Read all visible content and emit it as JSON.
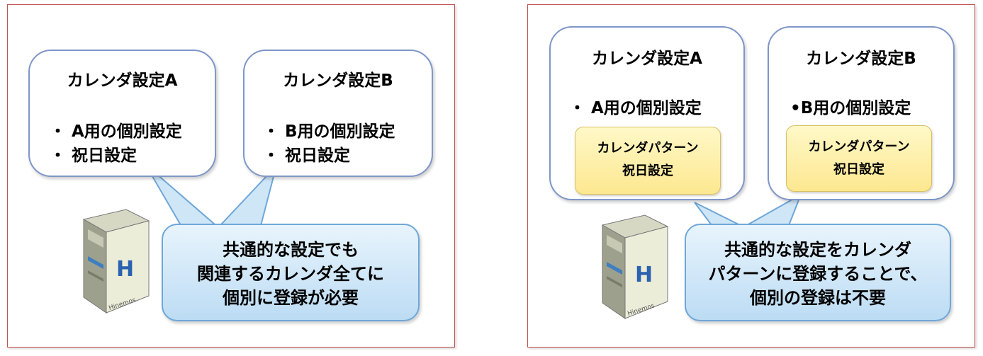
{
  "left": {
    "card_a": {
      "title": "カレンダ設定A",
      "lines": [
        "・ A用の個別設定",
        "・ 祝日設定"
      ]
    },
    "card_b": {
      "title": "カレンダ設定B",
      "lines": [
        "・ B用の個別設定",
        "・ 祝日設定"
      ]
    },
    "bubble": {
      "lines": [
        "共通的な設定でも",
        "関連するカレンダ全てに",
        "個別に登録が必要"
      ]
    },
    "server_label": "Hinemos"
  },
  "right": {
    "card_a": {
      "title": "カレンダ設定A",
      "line": "・ A用の個別設定",
      "pattern": [
        "カレンダパターン",
        "祝日設定"
      ]
    },
    "card_b": {
      "title": "カレンダ設定B",
      "line": "•B用の個別設定",
      "pattern": [
        "カレンダパターン",
        "祝日設定"
      ]
    },
    "bubble": {
      "lines": [
        "共通的な設定をカレンダ",
        "パターンに登録することで、",
        "個別の登録は不要"
      ]
    },
    "server_label": "Hinemos"
  },
  "colors": {
    "panel_border": "#c0504d",
    "card_border": "#7f96c8",
    "bubble_fill": "#bcdcf4",
    "pattern_fill": "#fde890"
  }
}
